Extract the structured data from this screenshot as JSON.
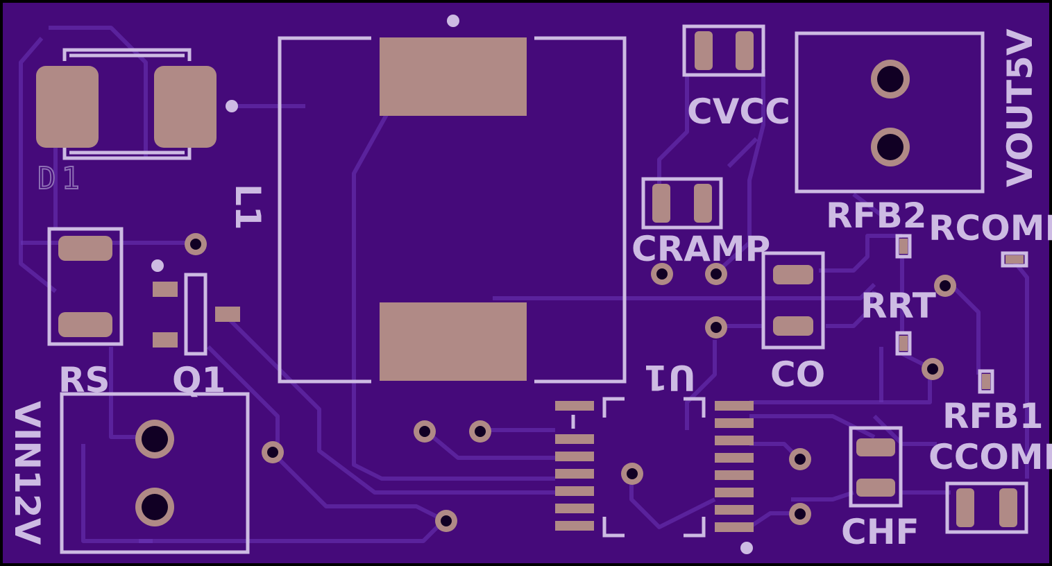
{
  "board": {
    "background": "#450a7a",
    "silkscreen_color": "#cdbbe3",
    "copper_color": "#b08a86",
    "trace_color": "#6c36b8"
  },
  "labels": {
    "d1": "D1",
    "l1": "L1",
    "cvcc": "CVCC",
    "vout5v": "VOUT5V",
    "rfb2": "RFB2",
    "rcomp": "RCOMP",
    "cramp": "CRAMP",
    "rrt": "RRT",
    "rs": "RS",
    "q1": "Q1",
    "u1": "U1",
    "co": "CO",
    "rfb1": "RFB1",
    "ccomp": "CCOMP",
    "chf": "CHF",
    "vin12v": "VIN12V"
  }
}
